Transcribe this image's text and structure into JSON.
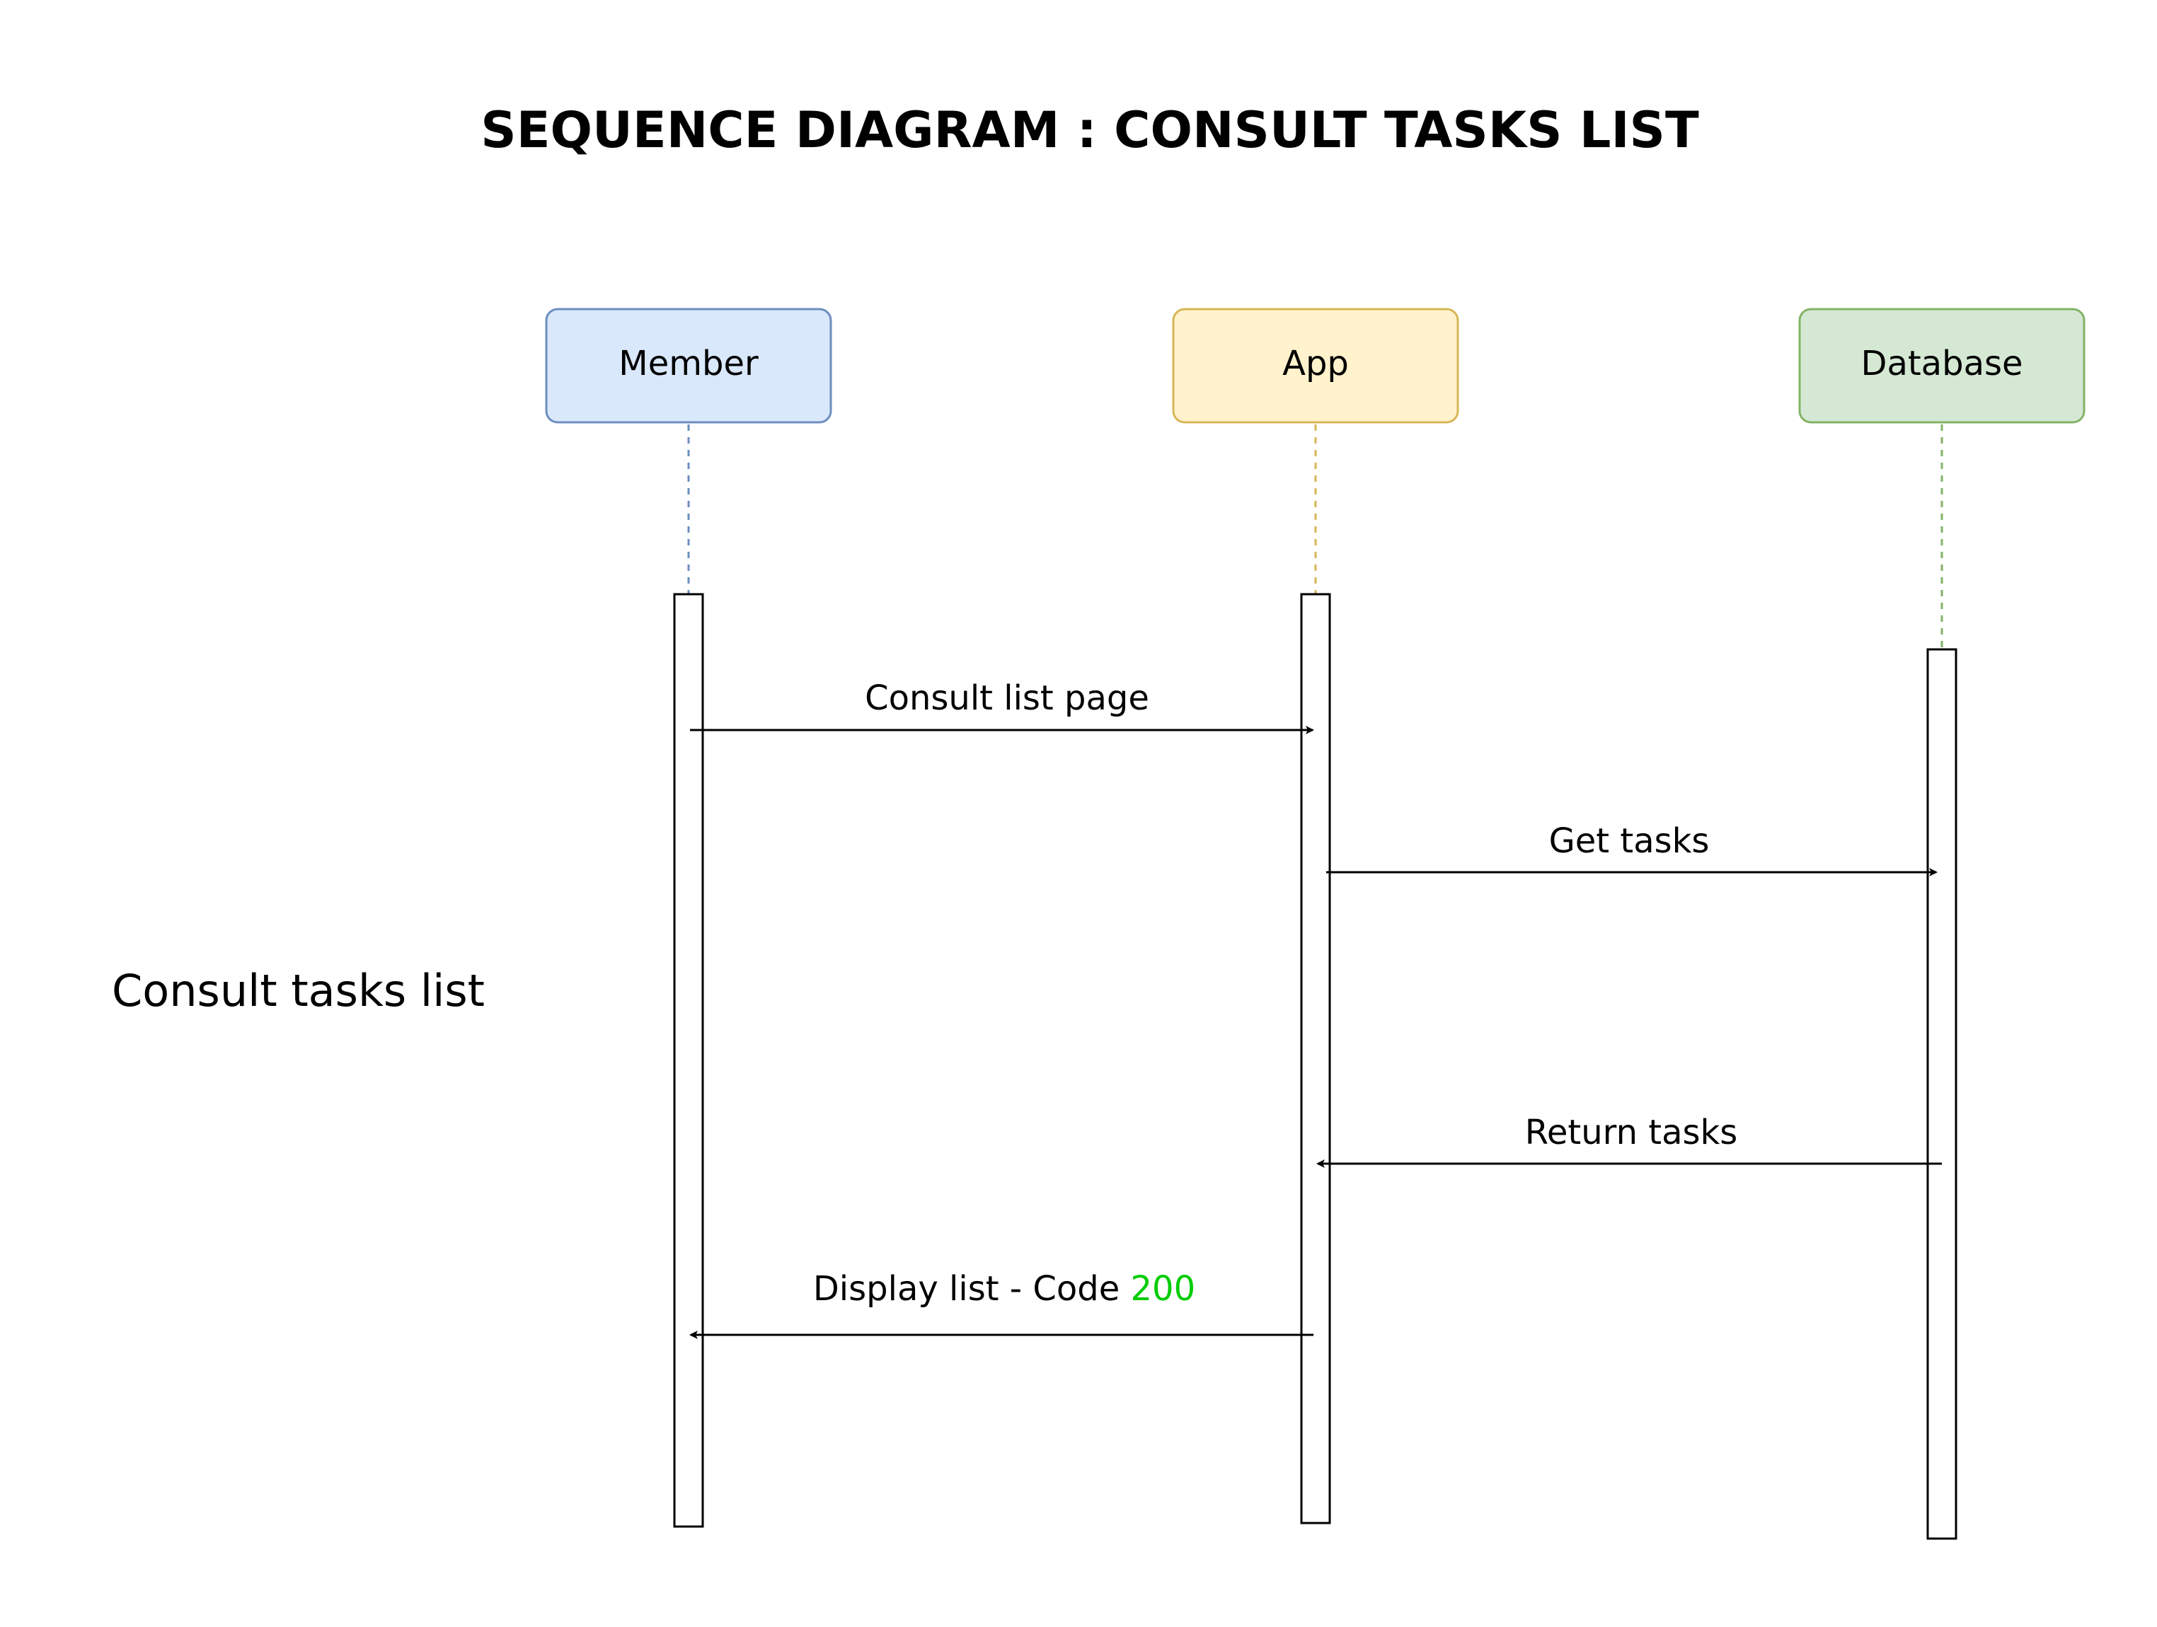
{
  "title": "SEQUENCE DIAGRAM : CONSULT TASKS LIST",
  "side_label": "Consult tasks list",
  "colors": {
    "member_fill": "#dae8fc",
    "member_stroke": "#6c8ebf",
    "app_fill": "#fff2cc",
    "app_stroke": "#d6b656",
    "database_fill": "#d5e8d4",
    "database_stroke": "#82b366",
    "status_code": "#00cc00",
    "line": "#000000"
  },
  "participants": [
    {
      "id": "member",
      "label": "Member"
    },
    {
      "id": "app",
      "label": "App"
    },
    {
      "id": "database",
      "label": "Database"
    }
  ],
  "messages": [
    {
      "from": "member",
      "to": "app",
      "label": "Consult list page"
    },
    {
      "from": "app",
      "to": "database",
      "label": "Get tasks"
    },
    {
      "from": "database",
      "to": "app",
      "label": "Return tasks"
    },
    {
      "from": "app",
      "to": "member",
      "label": "Display list - Code ",
      "code": "200"
    }
  ]
}
